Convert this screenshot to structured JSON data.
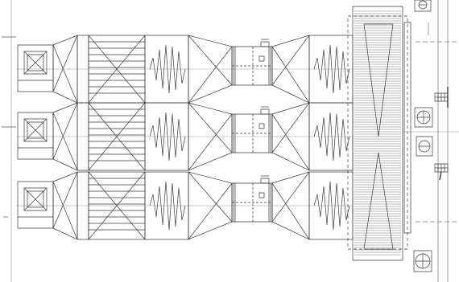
{
  "drawing": {
    "kind": "hvac-duct-plan",
    "line_color": "#3a3a3a",
    "background": "#ffffff",
    "air_handling_units": [
      {
        "row": 1,
        "sections": [
          "filter-bank",
          "heat-exchanger",
          "coil",
          "fan",
          "coil"
        ]
      },
      {
        "row": 2,
        "sections": [
          "filter-bank",
          "heat-exchanger",
          "coil",
          "fan",
          "coil"
        ]
      },
      {
        "row": 3,
        "sections": [
          "filter-bank",
          "heat-exchanger",
          "coil",
          "fan",
          "coil"
        ]
      }
    ],
    "header_duct": {
      "type": "vertical-manifold"
    },
    "side_equipment": [
      "fan-symbol",
      "damper-symbol",
      "fan-symbol",
      "fan-symbol",
      "damper-symbol",
      "fan-symbol"
    ]
  }
}
